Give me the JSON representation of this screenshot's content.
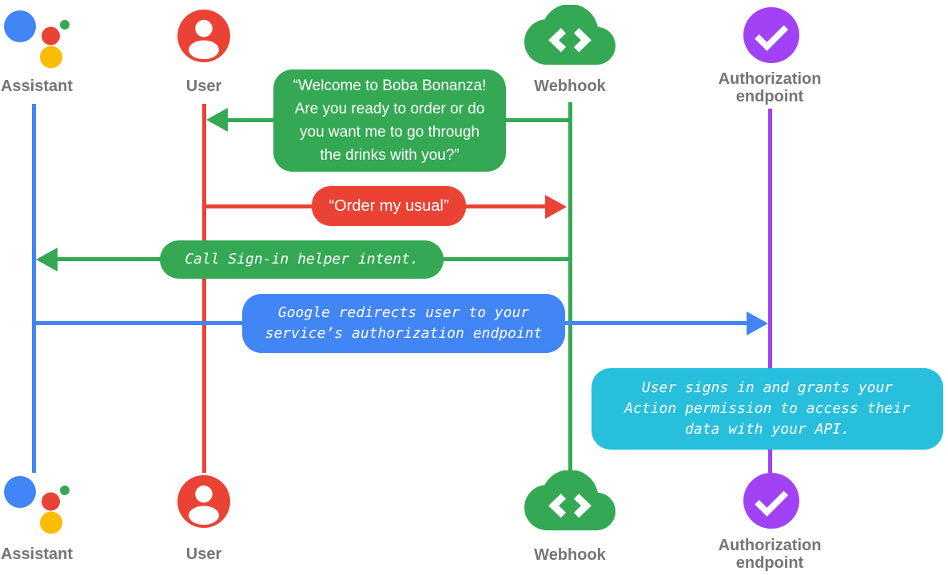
{
  "colors": {
    "assistant_blue": "#4285F4",
    "user_red": "#EA4335",
    "webhook_green": "#34A853",
    "assistant_yellow": "#FBBC04",
    "authorization_purple": "#A142F4",
    "note_cyan": "#28BFDC",
    "label_gray": "#757575"
  },
  "actors": [
    {
      "id": "assistant",
      "label": "Assistant",
      "color": "#4285F4",
      "icon": "google-assistant-logo-icon"
    },
    {
      "id": "user",
      "label": "User",
      "color": "#EA4335",
      "icon": "user-icon"
    },
    {
      "id": "webhook",
      "label": "Webhook",
      "color": "#34A853",
      "icon": "webhook-cloud-icon"
    },
    {
      "id": "auth",
      "label": "Authorization endpoint",
      "color": "#A142F4",
      "icon": "authorization-check-icon"
    }
  ],
  "messages": [
    {
      "from": "webhook",
      "to": "user",
      "color": "#34A853",
      "style": "speech",
      "text": "“Welcome to Boba Bonanza!\nAre you ready to order or do\nyou want me to go through\nthe drinks with you?”"
    },
    {
      "from": "user",
      "to": "webhook",
      "color": "#EA4335",
      "style": "speech",
      "text": "“Order my usual”"
    },
    {
      "from": "webhook",
      "to": "assistant",
      "color": "#34A853",
      "style": "code",
      "text": "Call Sign-in helper intent."
    },
    {
      "from": "assistant",
      "to": "auth",
      "color": "#4285F4",
      "style": "code",
      "text": "Google redirects user to your\nservice’s authorization endpoint"
    },
    {
      "from": "auth",
      "to": "auth",
      "color": "#28BFDC",
      "style": "code",
      "note": true,
      "text": "User signs in and grants your\nAction permission to access their\ndata with your API."
    }
  ]
}
